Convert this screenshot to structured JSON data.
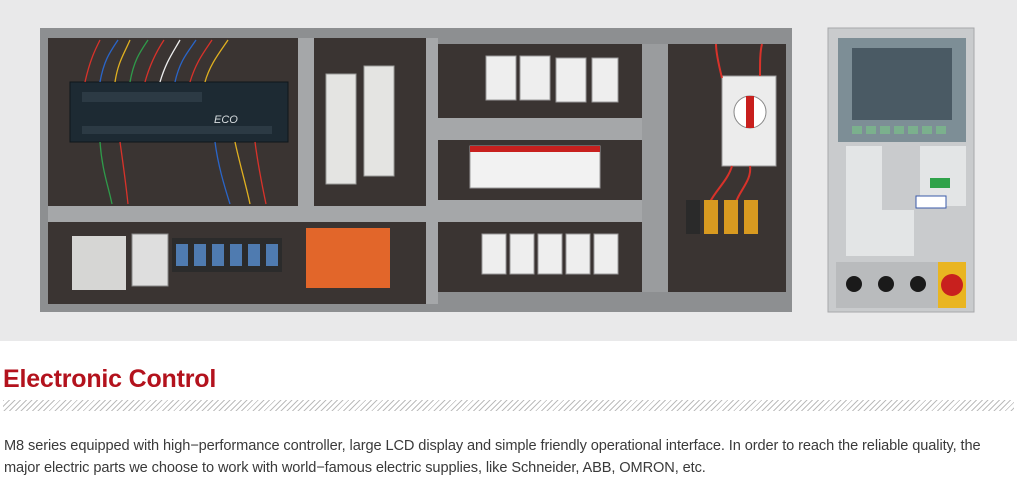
{
  "section": {
    "title": "Electronic Control",
    "description": "M8 series equipped with high−performance controller, large LCD display and simple friendly operational interface. In order to reach the reliable quality, the major electric parts we choose to work with world−famous electric supplies, like Schneider, ABB, OMRON, etc."
  },
  "photo": {
    "controller_board_label": "ECO",
    "alt": "Electrical control cabinet with controller board, contactors, breakers, terminal blocks and operator panel with LCD display",
    "colors": {
      "background": "#e9e9ea",
      "cabinet_back": "#3a3432",
      "cabinet_frame": "#8d8f91",
      "board": "#1d2a33",
      "terminal_orange": "#e2662a",
      "panel_gray": "#c9cbcd",
      "lcd": "#4a5a64",
      "keypad_green": "#7bb08d",
      "estop_red": "#c8201e",
      "estop_yellow": "#e9b521",
      "accent_red": "#b3121d"
    }
  }
}
